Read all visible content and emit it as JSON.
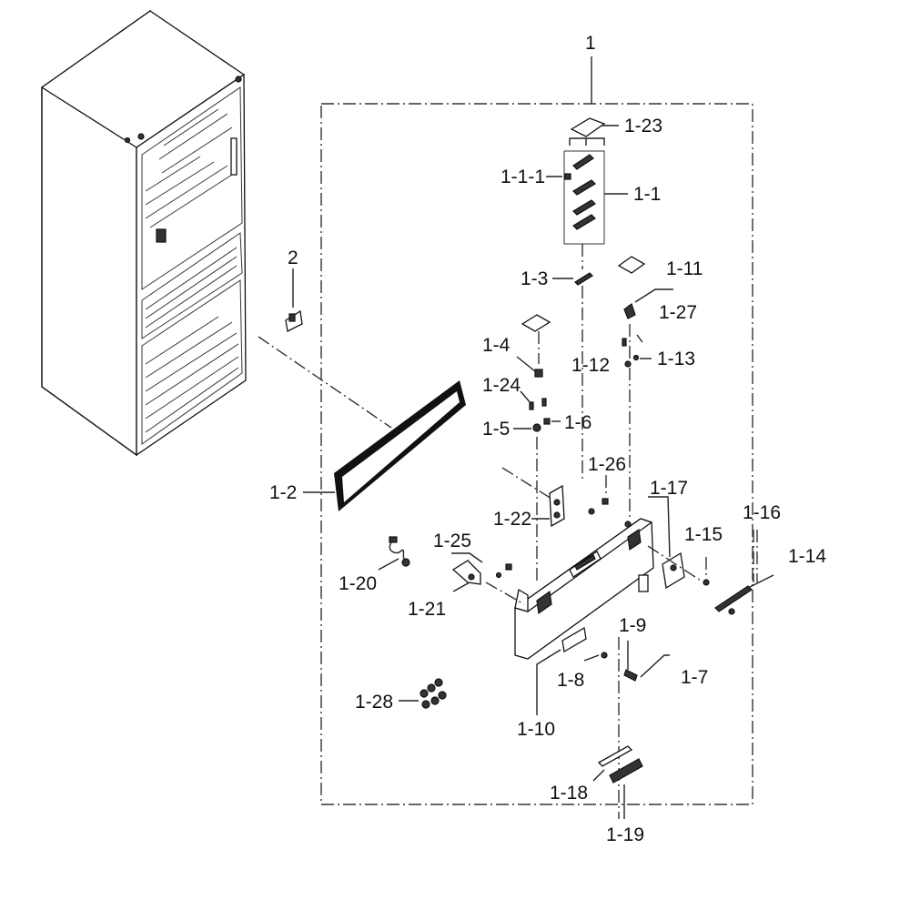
{
  "callouts": {
    "c1": "1",
    "c2": "2",
    "c1_23": "1-23",
    "c1_1_1": "1-1-1",
    "c1_1": "1-1",
    "c1_3": "1-3",
    "c1_11": "1-11",
    "c1_27": "1-27",
    "c1_4": "1-4",
    "c1_12": "1-12",
    "c1_13": "1-13",
    "c1_24": "1-24",
    "c1_5": "1-5",
    "c1_6": "1-6",
    "c1_2": "1-2",
    "c1_26": "1-26",
    "c1_17": "1-17",
    "c1_22": "1-22",
    "c1_16": "1-16",
    "c1_25": "1-25",
    "c1_15": "1-15",
    "c1_14": "1-14",
    "c1_20": "1-20",
    "c1_21": "1-21",
    "c1_9": "1-9",
    "c1_8": "1-8",
    "c1_7": "1-7",
    "c1_28": "1-28",
    "c1_10": "1-10",
    "c1_18": "1-18",
    "c1_19": "1-19"
  }
}
